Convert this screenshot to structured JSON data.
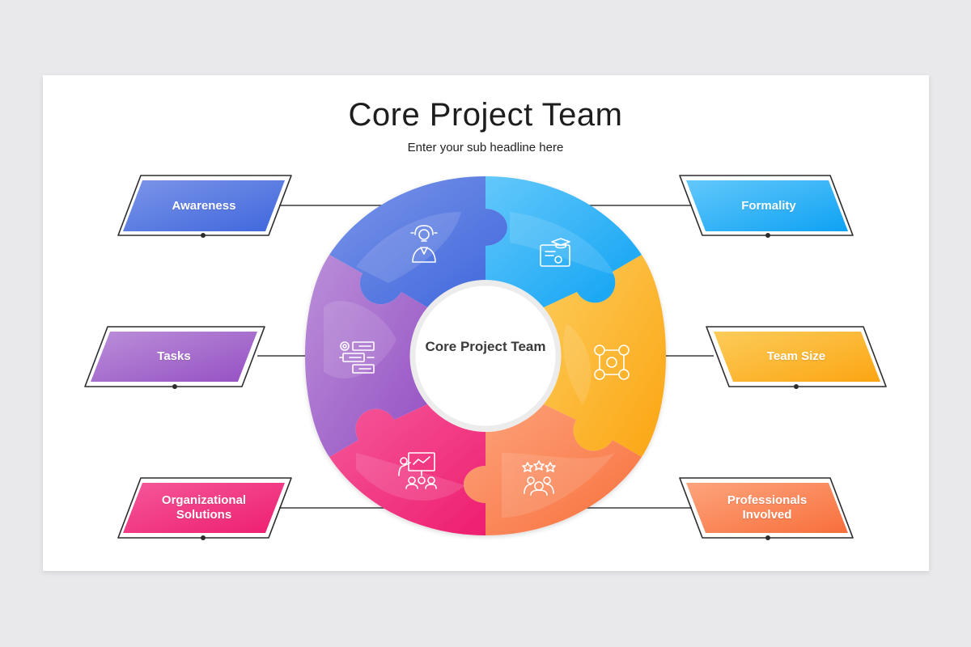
{
  "title": "Core Project Team",
  "subtitle": "Enter your sub headline here",
  "center_label": "Core Project Team",
  "segments": [
    {
      "label": "Awareness",
      "icon": "lightbulb-person-icon",
      "color": "#5a7fe0"
    },
    {
      "label": "Formality",
      "icon": "certificate-graduation-icon",
      "color": "#2bb0f5"
    },
    {
      "label": "Team Size",
      "icon": "network-people-icon",
      "color": "#fbb02a"
    },
    {
      "label": "Professionals Involved",
      "icon": "team-gear-icon",
      "color": "#fb7d4a"
    },
    {
      "label": "Organizational Solutions",
      "icon": "presentation-board-icon",
      "color": "#f2357e"
    },
    {
      "label": "Tasks",
      "icon": "gear-list-icon",
      "color": "#a263c9"
    }
  ]
}
